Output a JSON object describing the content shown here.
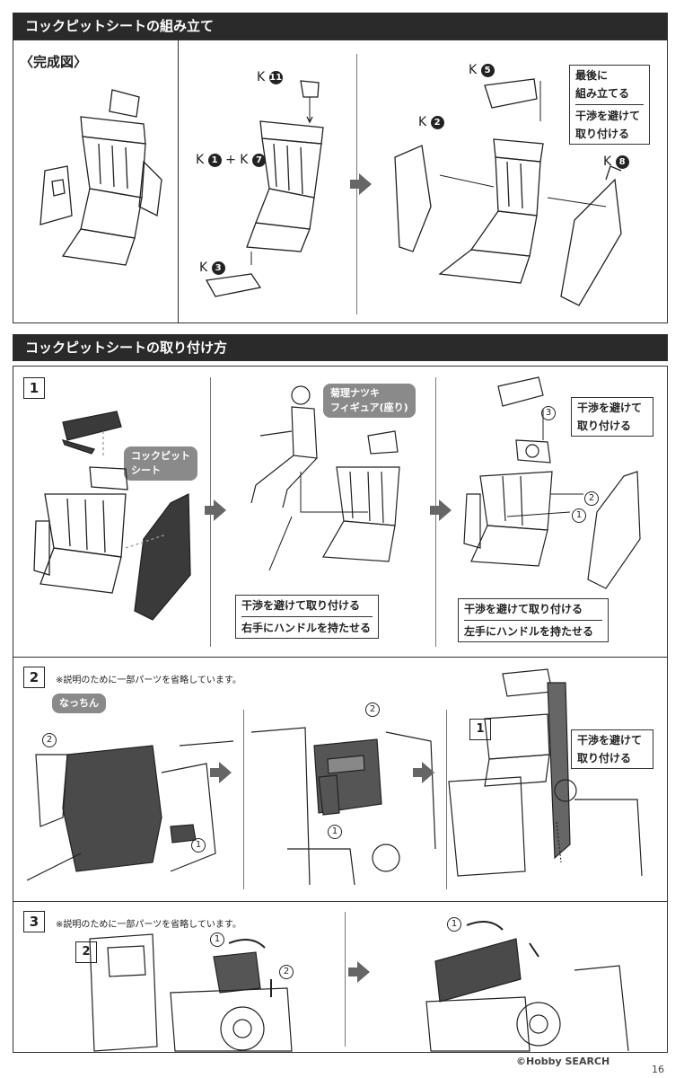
{
  "sections": {
    "assembly_title": "コックピットシートの組み立て",
    "install_title": "コックピットシートの取り付け方"
  },
  "assembly": {
    "completed_label": "〈完成図〉",
    "part_k11": "11",
    "part_k1": "1",
    "part_k7": "7",
    "part_k3": "3",
    "part_k5": "5",
    "part_k2": "2",
    "part_k8": "8",
    "k_letter": "K",
    "plus": "+",
    "note_last_line1": "最後に",
    "note_last_line2": "組み立てる",
    "note_avoid_line1": "干渉を避けて",
    "note_avoid_line2": "取り付ける"
  },
  "step1": {
    "number": "1",
    "cockpit_pill_line1": "コックピット",
    "cockpit_pill_line2": "シート",
    "figure_pill_line1": "菊理ナツキ",
    "figure_pill_line2": "フィギュア(座り)",
    "mid_note_line1": "干渉を避けて取り付ける",
    "mid_note_line2": "右手にハンドルを持たせる",
    "right_note_line1": "干渉を避けて取り付ける",
    "right_note_line2": "左手にハンドルを持たせる",
    "right_callout_line1": "干渉を避けて",
    "right_callout_line2": "取り付ける",
    "c1": "1",
    "c2": "2",
    "c3": "3"
  },
  "step2": {
    "number": "2",
    "omit_note": "※説明のために一部パーツを省略しています。",
    "nacchin_pill": "なっちん",
    "c1": "1",
    "c2": "2",
    "ref_step": "1",
    "callout_line1": "干渉を避けて",
    "callout_line2": "取り付ける"
  },
  "step3": {
    "number": "3",
    "omit_note": "※説明のために一部パーツを省略しています。",
    "ref_step": "2",
    "c1": "1",
    "c2": "2"
  },
  "footer": {
    "watermark": "©Hobby SEARCH",
    "page_number": "16"
  }
}
